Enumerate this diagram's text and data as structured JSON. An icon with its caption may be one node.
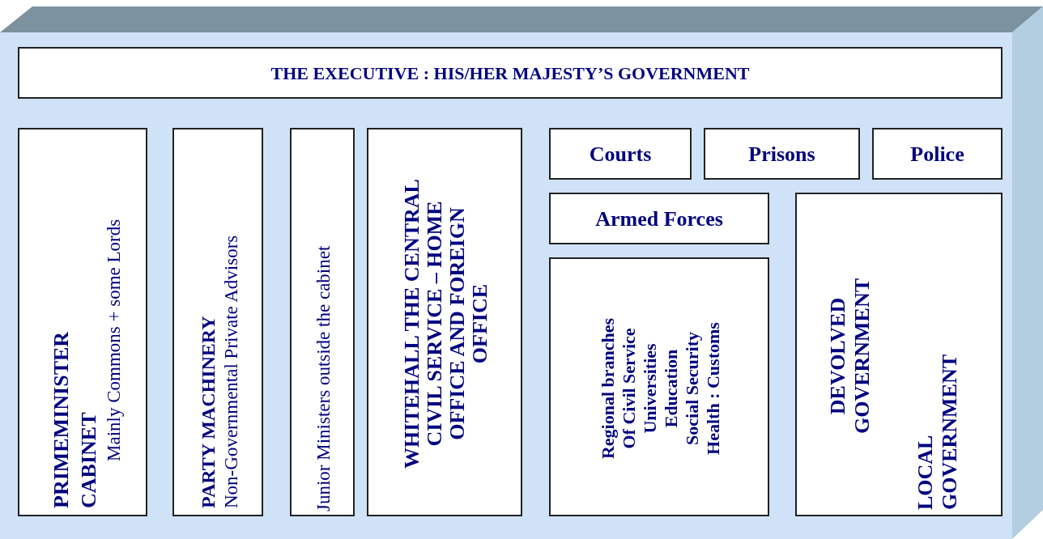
{
  "diagram": {
    "nodes": [
      {
        "text": [
          "THE EXECUTIVE : HIS/HER MAJESTY’S GOVERNMENT"
        ]
      },
      {
        "text": [
          "PRIMEMINISTER",
          "CABINET",
          "Mainly Commons + some Lords"
        ]
      },
      {
        "text": [
          "PARTY MACHINERY",
          "Non-Governmental Private Advisors"
        ]
      },
      {
        "text": [
          "Junior Ministers outside the cabinet"
        ]
      },
      {
        "text": [
          "WHITEHALL THE CENTRAL CIVIL SERVICE – HOME OFFICE AND FOREIGN OFFICE"
        ]
      },
      {
        "text": [
          "Courts"
        ]
      },
      {
        "text": [
          "Prisons"
        ]
      },
      {
        "text": [
          "Police"
        ]
      },
      {
        "text": [
          "Armed Forces"
        ]
      },
      {
        "text": [
          "Regional branches",
          "Of Civil Service",
          "Universities",
          "Education",
          "Social Security",
          "Health : Customs"
        ]
      },
      {
        "text": [
          "DEVOLVED GOVERNMENT",
          "LOCAL GOVERNMENT"
        ]
      }
    ]
  }
}
